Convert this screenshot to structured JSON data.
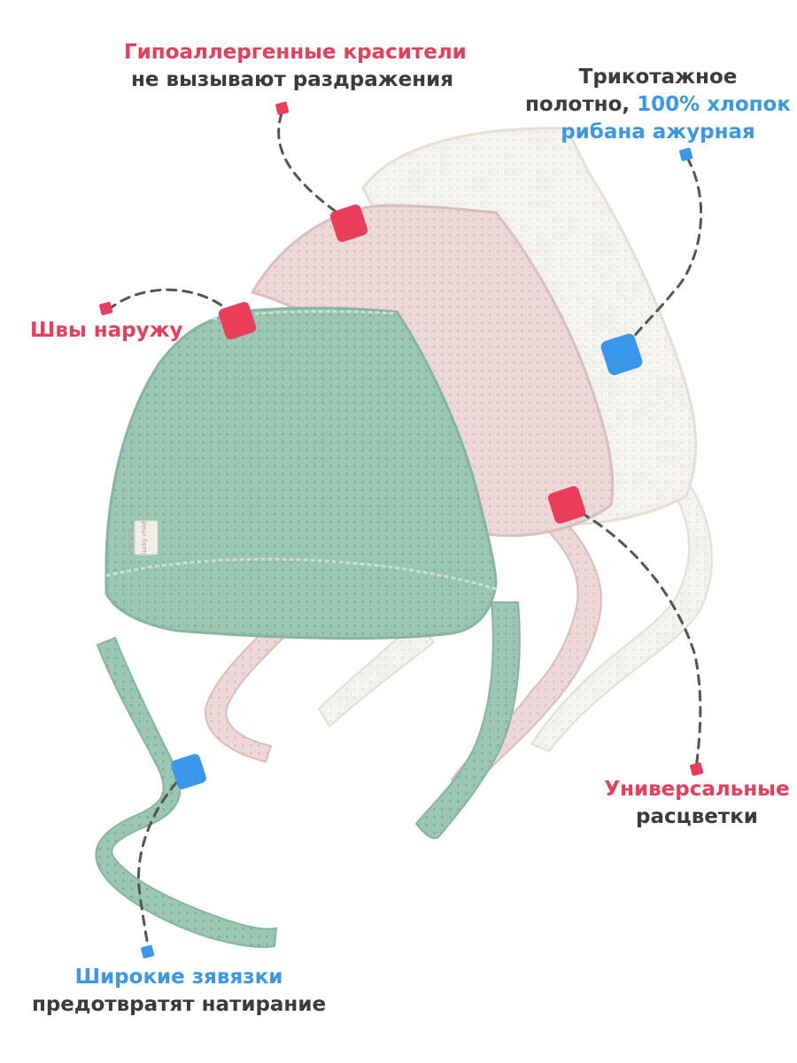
{
  "colors": {
    "accent_red": "#ea3d5a",
    "accent_blue": "#3a98ea",
    "text_dark": "#3b3b3b",
    "cap_green": "#9cc7b4",
    "cap_pink": "#eed7d7",
    "cap_white": "#f5f3ef"
  },
  "callouts": {
    "dyes": {
      "line1": "Гипоаллергенные красители",
      "line2": "не вызывают раздражения"
    },
    "fabric": {
      "line1": "Трикотажное",
      "line2_prefix": "полотно, ",
      "line2_accent": "100% хлопок",
      "line3": "рибана ажурная"
    },
    "seams": {
      "line1": "Швы наружу"
    },
    "colors_universal": {
      "line1": "Универсальные",
      "line2": "расцветки"
    },
    "ties": {
      "line1": "Широкие зявязки",
      "line2": "предотвратят натирание"
    }
  },
  "product": {
    "label_text": "lucky child"
  }
}
